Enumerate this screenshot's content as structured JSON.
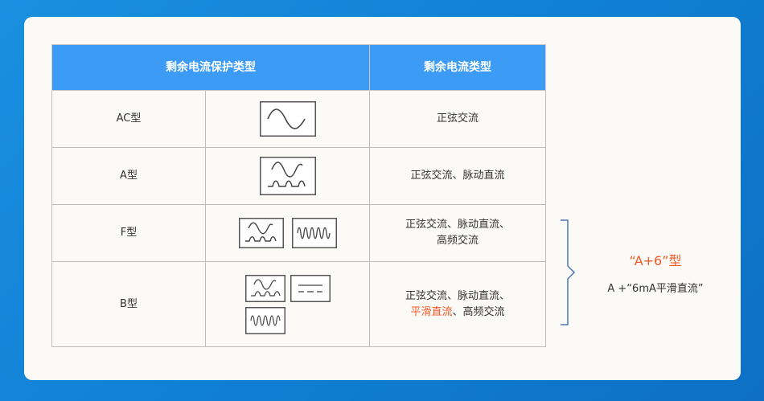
{
  "table": {
    "headers": [
      "剩余电流保护类型",
      "剩余电流类型"
    ],
    "rows": [
      {
        "type": "AC型",
        "waveforms": [
          "sine-wave-icon"
        ],
        "current": "正弦交流"
      },
      {
        "type": "A型",
        "waveforms": [
          "sine-pulse-wave-icon"
        ],
        "current": "正弦交流、脉动直流"
      },
      {
        "type": "F型",
        "waveforms": [
          "sine-pulse-wave-icon",
          "high-frequency-wave-icon"
        ],
        "current_line1": "正弦交流、脉动直流、",
        "current_line2": "高频交流"
      },
      {
        "type": "B型",
        "waveforms": [
          "sine-pulse-wave-icon",
          "smooth-dc-icon",
          "high-frequency-wave-icon"
        ],
        "current_line1": "正弦交流、脉动直流、",
        "current_line2_highlight": "平滑直流",
        "current_line2_rest": "、高频交流"
      }
    ]
  },
  "annotation": {
    "title": "“A+6”型",
    "description": "A +“6mA平滑直流”"
  },
  "colors": {
    "background": "#1a8fe0",
    "header": "#3b9bf5",
    "highlight": "#f05a28"
  }
}
